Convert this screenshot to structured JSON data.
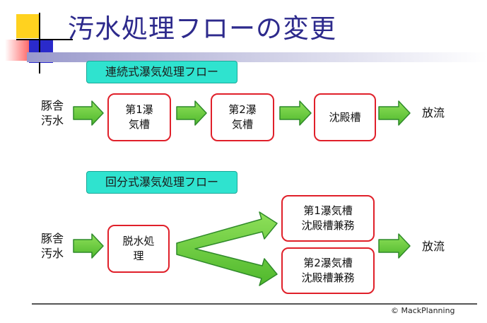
{
  "title": "汚水処理フローの変更",
  "continuous": {
    "label": "連続式瀑気処理フロー",
    "source": [
      "豚舎",
      "汚水"
    ],
    "steps": [
      {
        "lines": [
          "第1瀑",
          "気槽"
        ]
      },
      {
        "lines": [
          "第2瀑",
          "気槽"
        ]
      },
      {
        "lines": [
          "沈殿槽"
        ]
      }
    ],
    "output": "放流"
  },
  "batch": {
    "label": "回分式瀑気処理フロー",
    "source": [
      "豚舎",
      "汚水"
    ],
    "step": {
      "lines": [
        "脱水処",
        "理"
      ]
    },
    "branches": [
      {
        "lines": [
          "第1瀑気槽",
          "沈殿槽兼務"
        ]
      },
      {
        "lines": [
          "第2瀑気槽",
          "沈殿槽兼務"
        ]
      }
    ],
    "output": "放流"
  },
  "copyright": "© MackPlanning",
  "colors": {
    "arrow_fill": "#6ccf3c",
    "arrow_stroke": "#2f8a2a",
    "box_border": "#e0202a",
    "label_fill": "#2fe3cf",
    "title": "#2d2a8c"
  }
}
